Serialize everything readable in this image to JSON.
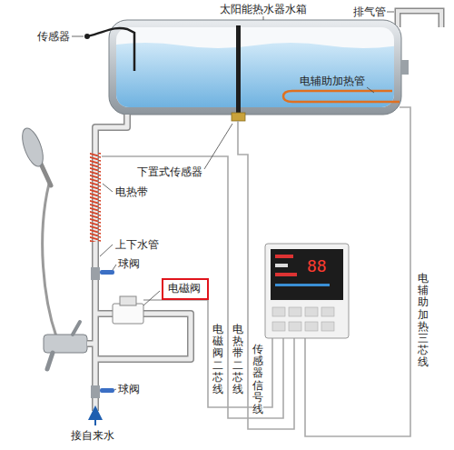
{
  "diagram": {
    "nodes": [
      {
        "text": [
          "电磁阀"
        ]
      }
    ],
    "labels": [
      "太阳能热水器水箱",
      "排气管",
      "传感器",
      "电辅助加热管",
      "下置式传感器",
      "电热带",
      "上下水管",
      "球阀",
      "电磁阀二芯线",
      "电热带二芯线",
      "传感器信号线",
      "电辅助加热三芯线",
      "球阀",
      "接自来水",
      "88"
    ]
  }
}
